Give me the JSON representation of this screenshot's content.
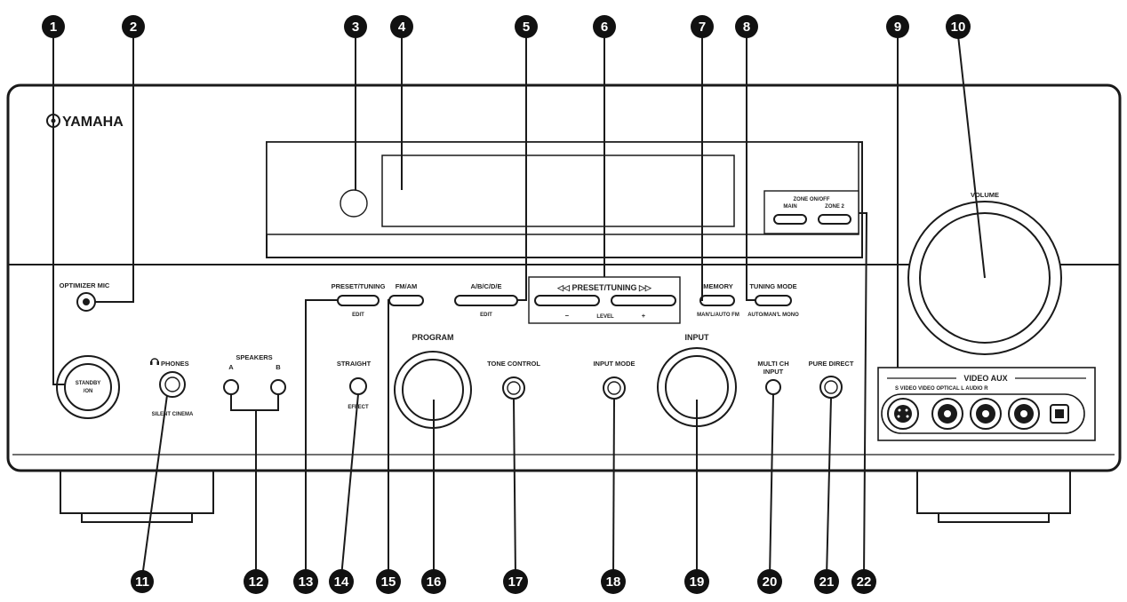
{
  "brand": "YAMAHA",
  "callouts": [
    "1",
    "2",
    "3",
    "4",
    "5",
    "6",
    "7",
    "8",
    "9",
    "10",
    "11",
    "12",
    "13",
    "14",
    "15",
    "16",
    "17",
    "18",
    "19",
    "20",
    "21",
    "22"
  ],
  "labels": {
    "optimizer_mic": "OPTIMIZER MIC",
    "standby": "STANDBY",
    "on": "/ON",
    "phones": "PHONES",
    "silent_cinema": "SILENT CINEMA",
    "speakers": "SPEAKERS",
    "speaker_a": "A",
    "speaker_b": "B",
    "preset_tuning": "PRESET/TUNING",
    "edit": "EDIT",
    "fm_am": "FM/AM",
    "abcde": "A/B/C/D/E",
    "edit_small": "EDIT",
    "preset_tuning_center": "◁◁  PRESET/TUNING  ▷▷",
    "minus": "−",
    "level": "LEVEL",
    "plus": "+",
    "memory": "MEMORY",
    "man_auto_fm": "MAN'L/AUTO FM",
    "tuning_mode": "TUNING MODE",
    "auto_manl_mono": "AUTO/MAN'L MONO",
    "zone_on_off": "ZONE ON/OFF",
    "main": "MAIN",
    "zone2": "ZONE 2",
    "volume": "VOLUME",
    "straight": "STRAIGHT",
    "effect": "EFFECT",
    "program": "PROGRAM",
    "tone_control": "TONE CONTROL",
    "input_mode": "INPUT MODE",
    "input": "INPUT",
    "multi_ch": "MULTI CH",
    "multi_input": "INPUT",
    "pure_direct": "PURE DIRECT",
    "video_aux": "VIDEO AUX",
    "video_aux_jacks": "S VIDEO VIDEO OPTICAL L  AUDIO  R"
  },
  "colors": {
    "ink": "#1a1a1a",
    "panel": "#ffffff",
    "callout_bg": "#111111"
  }
}
